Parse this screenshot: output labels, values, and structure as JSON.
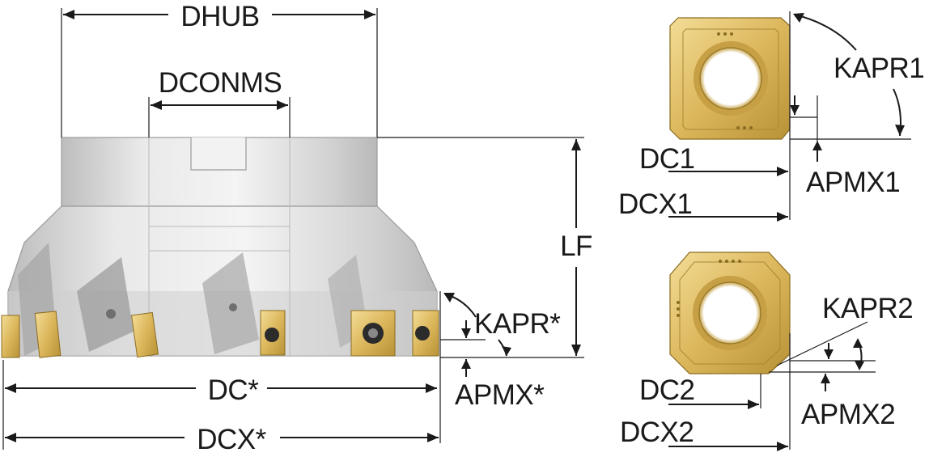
{
  "labels": {
    "dhub": "DHUB",
    "dconms": "DCONMS",
    "lf": "LF",
    "kapr_star": "KAPR*",
    "apmx_star": "APMX*",
    "dc_star": "DC*",
    "dcx_star": "DCX*",
    "kapr1": "KAPR1",
    "apmx1": "APMX1",
    "dc1": "DC1",
    "dcx1": "DCX1",
    "kapr2": "KAPR2",
    "apmx2": "APMX2",
    "dc2": "DC2",
    "dcx2": "DCX2"
  },
  "colors": {
    "insert_gold": "#d9b45a",
    "insert_light": "#f1dc96",
    "body_grey": "#dcdcdc",
    "line": "#1a1a1a"
  }
}
